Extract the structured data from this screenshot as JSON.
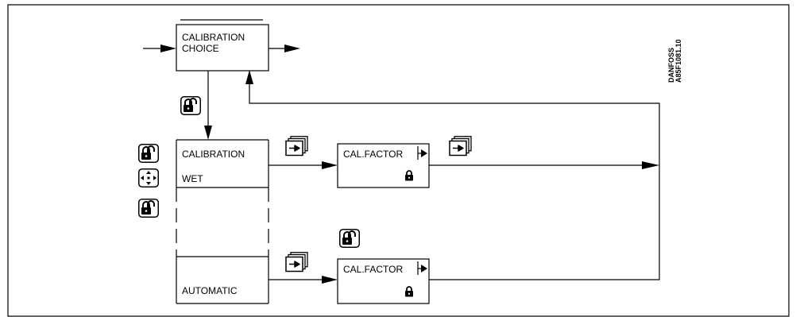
{
  "diagram": {
    "choice_box": {
      "line1": "CALIBRATION",
      "line2": "CHOICE"
    },
    "menu_box": {
      "item1_line1": "CALIBRATION",
      "item1_line2": "WET",
      "item2": "AUTOMATIC"
    },
    "factor_box_top": {
      "label": "CAL.FACTOR"
    },
    "factor_box_bottom": {
      "label": "CAL.FACTOR"
    },
    "side_label": {
      "line1": "DANFOSS",
      "line2": "A85F1081.10"
    }
  }
}
